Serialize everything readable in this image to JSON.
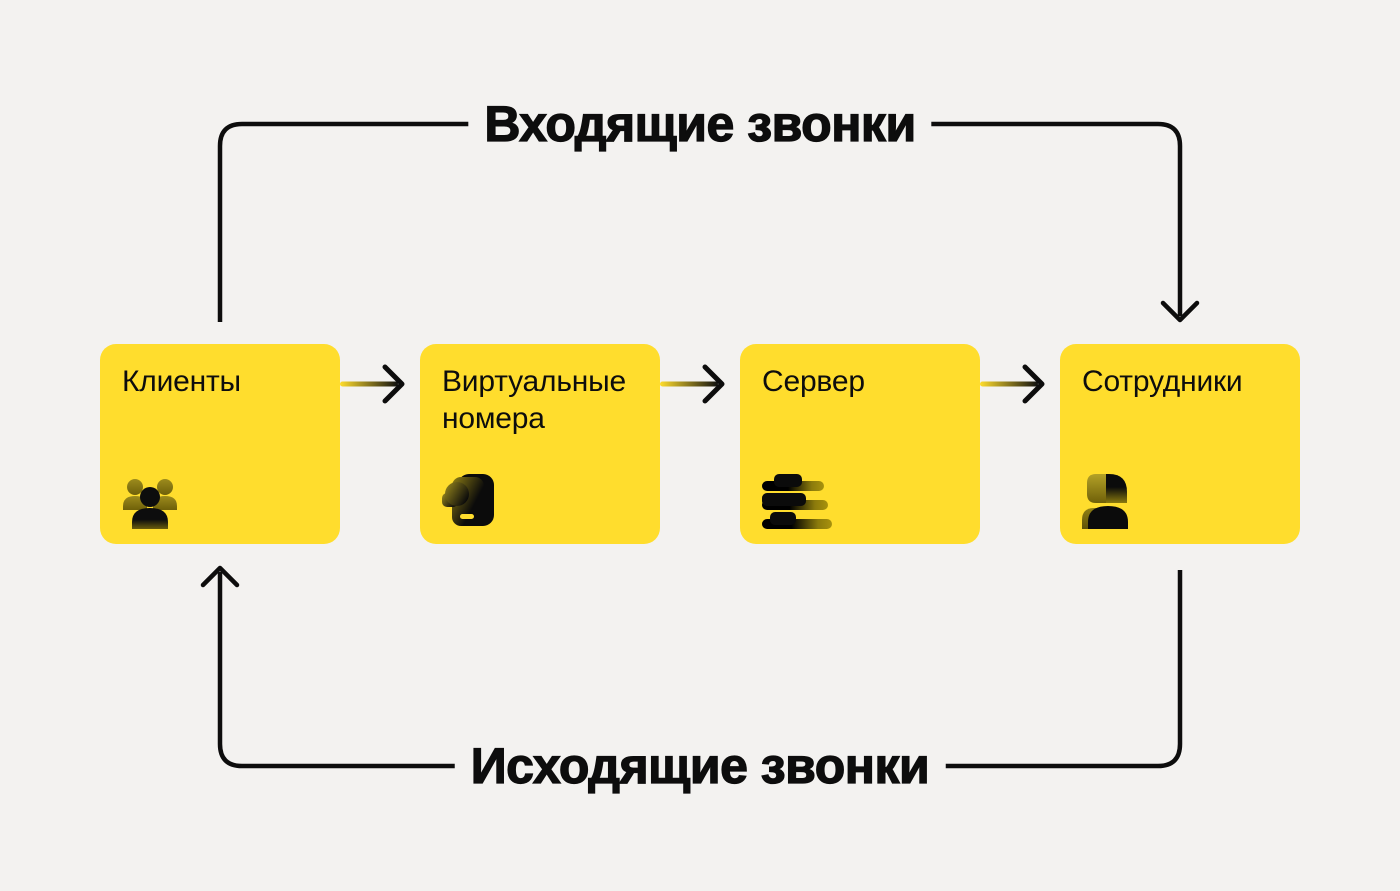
{
  "flows": {
    "incoming_label": "Входящие звонки",
    "outgoing_label": "Исходящие звонки"
  },
  "nodes": [
    {
      "label": "Клиенты",
      "icon": "group-icon"
    },
    {
      "label": "Виртуальные номера",
      "icon": "phone-icon"
    },
    {
      "label": "Сервер",
      "icon": "server-icon"
    },
    {
      "label": "Сотрудники",
      "icon": "person-icon"
    }
  ],
  "colors": {
    "background": "#F3F2F0",
    "card_yellow": "#FFDD2D",
    "ink_black": "#0D0D0D",
    "icon_olive": "#8F7F15"
  }
}
